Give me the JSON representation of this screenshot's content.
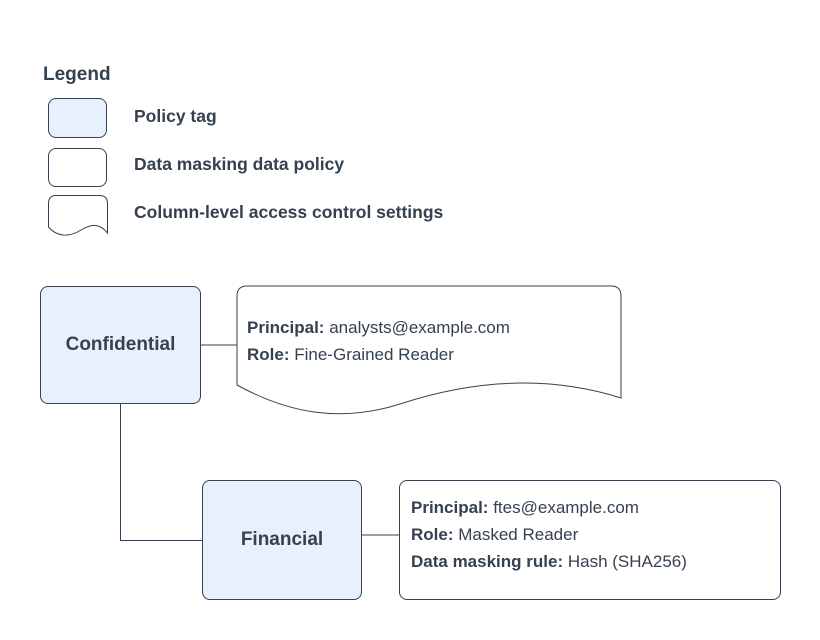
{
  "colors": {
    "stroke": "#36414f",
    "text": "#36414f",
    "policy_tag_fill": "#e8f0fe",
    "background": "#ffffff"
  },
  "legend": {
    "title": "Legend",
    "items": [
      {
        "shape": "policy-tag",
        "label": "Policy tag"
      },
      {
        "shape": "data-masking-data-policy",
        "label": "Data masking data policy"
      },
      {
        "shape": "column-level-access-control-settings",
        "label": "Column-level access control settings"
      }
    ]
  },
  "diagram": {
    "confidential": {
      "label": "Confidential"
    },
    "financial": {
      "label": "Financial"
    },
    "confidential_settings": {
      "lines": [
        {
          "key": "Principal:",
          "value": "analysts@example.com"
        },
        {
          "key": "Role:",
          "value": "Fine-Grained Reader"
        }
      ]
    },
    "financial_policy": {
      "lines": [
        {
          "key": "Principal:",
          "value": "ftes@example.com"
        },
        {
          "key": "Role:",
          "value": "Masked Reader"
        },
        {
          "key": "Data masking rule:",
          "value": "Hash (SHA256)"
        }
      ]
    }
  }
}
